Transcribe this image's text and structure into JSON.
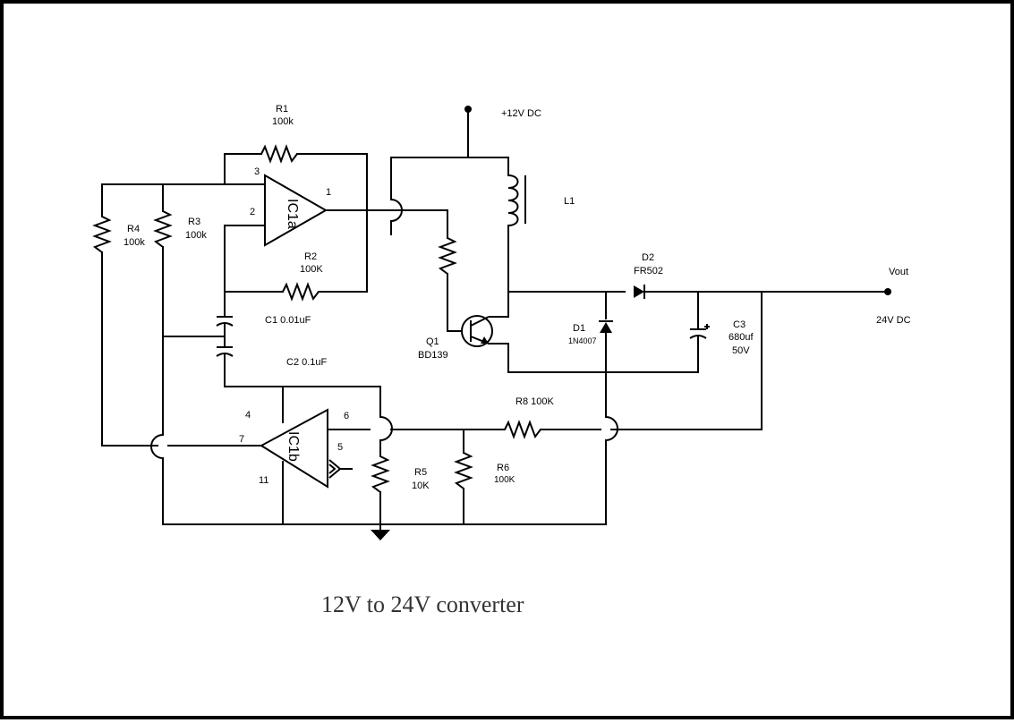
{
  "title": "12V to 24V converter",
  "supply": "+12V DC",
  "output": {
    "name": "Vout",
    "voltage": "24V DC"
  },
  "components": {
    "R1": {
      "ref": "R1",
      "value": "100k"
    },
    "R2": {
      "ref": "R2",
      "value": "100K"
    },
    "R3": {
      "ref": "R3",
      "value": "100k"
    },
    "R4": {
      "ref": "R4",
      "value": "100k"
    },
    "R5": {
      "ref": "R5",
      "value": "10K"
    },
    "R6": {
      "ref": "R6",
      "value": "100K"
    },
    "R8": {
      "label": "R8 100K"
    },
    "C1": {
      "label": "C1 0.01uF"
    },
    "C2": {
      "label": "C2 0.1uF"
    },
    "C3": {
      "ref": "C3",
      "value": "680uf",
      "voltage": "50V"
    },
    "L1": {
      "ref": "L1"
    },
    "D1": {
      "ref": "D1",
      "value": "1N4007"
    },
    "D2": {
      "ref": "D2",
      "value": "FR502"
    },
    "Q1": {
      "ref": "Q1",
      "value": "BD139"
    },
    "IC1a": {
      "ref": "IC1a",
      "pins": {
        "p3": "3",
        "p2": "2",
        "p1": "1"
      }
    },
    "IC1b": {
      "ref": "IC1b",
      "pins": {
        "p4": "4",
        "p7": "7",
        "p6": "6",
        "p5": "5",
        "p11": "11"
      }
    }
  }
}
